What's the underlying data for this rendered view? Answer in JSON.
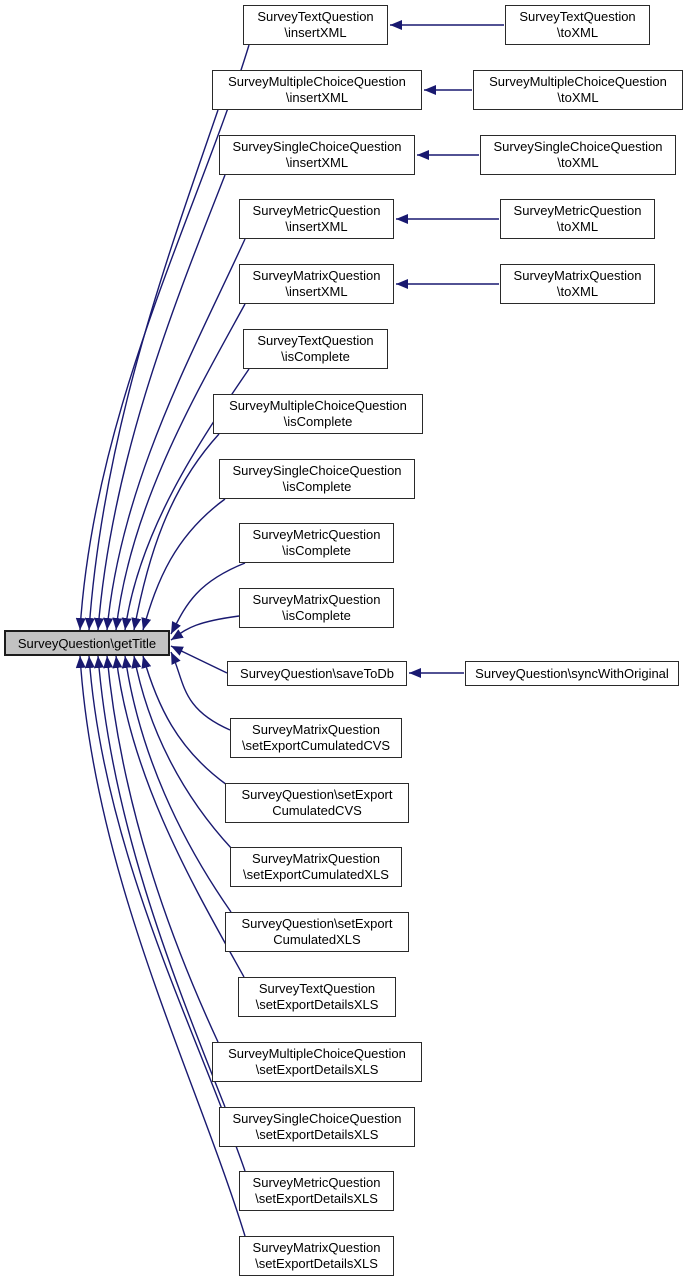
{
  "diagram": {
    "kind": "caller-graph",
    "center_node": {
      "label": "SurveyQuestion\\getTitle"
    },
    "colors": {
      "edge": "#191970",
      "node_border": "#2a2a2a",
      "node_fill": "#ffffff",
      "center_fill": "#c2c2c2",
      "text": "#000000"
    },
    "callers": [
      {
        "lines": [
          "SurveyTextQuestion",
          "\\insertXML"
        ]
      },
      {
        "lines": [
          "SurveyMultipleChoiceQuestion",
          "\\insertXML"
        ]
      },
      {
        "lines": [
          "SurveySingleChoiceQuestion",
          "\\insertXML"
        ]
      },
      {
        "lines": [
          "SurveyMetricQuestion",
          "\\insertXML"
        ]
      },
      {
        "lines": [
          "SurveyMatrixQuestion",
          "\\insertXML"
        ]
      },
      {
        "lines": [
          "SurveyTextQuestion",
          "\\isComplete"
        ]
      },
      {
        "lines": [
          "SurveyMultipleChoiceQuestion",
          "\\isComplete"
        ]
      },
      {
        "lines": [
          "SurveySingleChoiceQuestion",
          "\\isComplete"
        ]
      },
      {
        "lines": [
          "SurveyMetricQuestion",
          "\\isComplete"
        ]
      },
      {
        "lines": [
          "SurveyMatrixQuestion",
          "\\isComplete"
        ]
      },
      {
        "lines": [
          "SurveyQuestion\\saveToDb"
        ]
      },
      {
        "lines": [
          "SurveyMatrixQuestion",
          "\\setExportCumulatedCVS"
        ]
      },
      {
        "lines": [
          "SurveyQuestion\\setExport",
          "CumulatedCVS"
        ]
      },
      {
        "lines": [
          "SurveyMatrixQuestion",
          "\\setExportCumulatedXLS"
        ]
      },
      {
        "lines": [
          "SurveyQuestion\\setExport",
          "CumulatedXLS"
        ]
      },
      {
        "lines": [
          "SurveyTextQuestion",
          "\\setExportDetailsXLS"
        ]
      },
      {
        "lines": [
          "SurveyMultipleChoiceQuestion",
          "\\setExportDetailsXLS"
        ]
      },
      {
        "lines": [
          "SurveySingleChoiceQuestion",
          "\\setExportDetailsXLS"
        ]
      },
      {
        "lines": [
          "SurveyMetricQuestion",
          "\\setExportDetailsXLS"
        ]
      },
      {
        "lines": [
          "SurveyMatrixQuestion",
          "\\setExportDetailsXLS"
        ]
      }
    ],
    "external_callers": [
      {
        "lines": [
          "SurveyTextQuestion",
          "\\toXML"
        ],
        "calls_row": 1
      },
      {
        "lines": [
          "SurveyMultipleChoiceQuestion",
          "\\toXML"
        ],
        "calls_row": 2
      },
      {
        "lines": [
          "SurveySingleChoiceQuestion",
          "\\toXML"
        ],
        "calls_row": 3
      },
      {
        "lines": [
          "SurveyMetricQuestion",
          "\\toXML"
        ],
        "calls_row": 4
      },
      {
        "lines": [
          "SurveyMatrixQuestion",
          "\\toXML"
        ],
        "calls_row": 5
      },
      {
        "lines": [
          "SurveyQuestion\\syncWithOriginal"
        ],
        "calls_row": 11
      }
    ]
  }
}
